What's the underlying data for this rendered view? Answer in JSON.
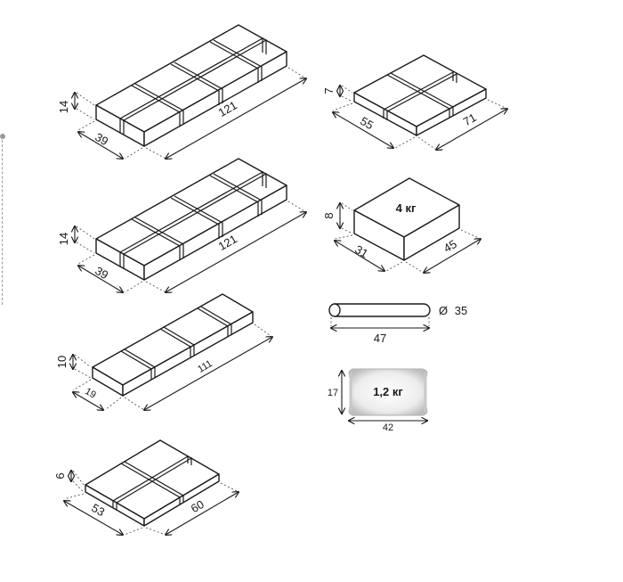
{
  "packages": [
    {
      "id": "p1",
      "height": "14",
      "width": "39",
      "length": "121"
    },
    {
      "id": "p2",
      "height": "14",
      "width": "39",
      "length": "121"
    },
    {
      "id": "p3",
      "height": "10",
      "width": "19",
      "length": "111"
    },
    {
      "id": "p4",
      "height": "6",
      "width": "53",
      "length": "60"
    },
    {
      "id": "p5",
      "height": "7",
      "width": "55",
      "length": "71"
    },
    {
      "id": "p6",
      "height": "8",
      "width": "31",
      "length": "45",
      "weight": "4 кг"
    },
    {
      "id": "tube",
      "length": "47",
      "diameter": "35",
      "diameter_symbol": "Ø"
    },
    {
      "id": "bag",
      "height": "17",
      "width": "42",
      "weight": "1,2 кг"
    }
  ]
}
